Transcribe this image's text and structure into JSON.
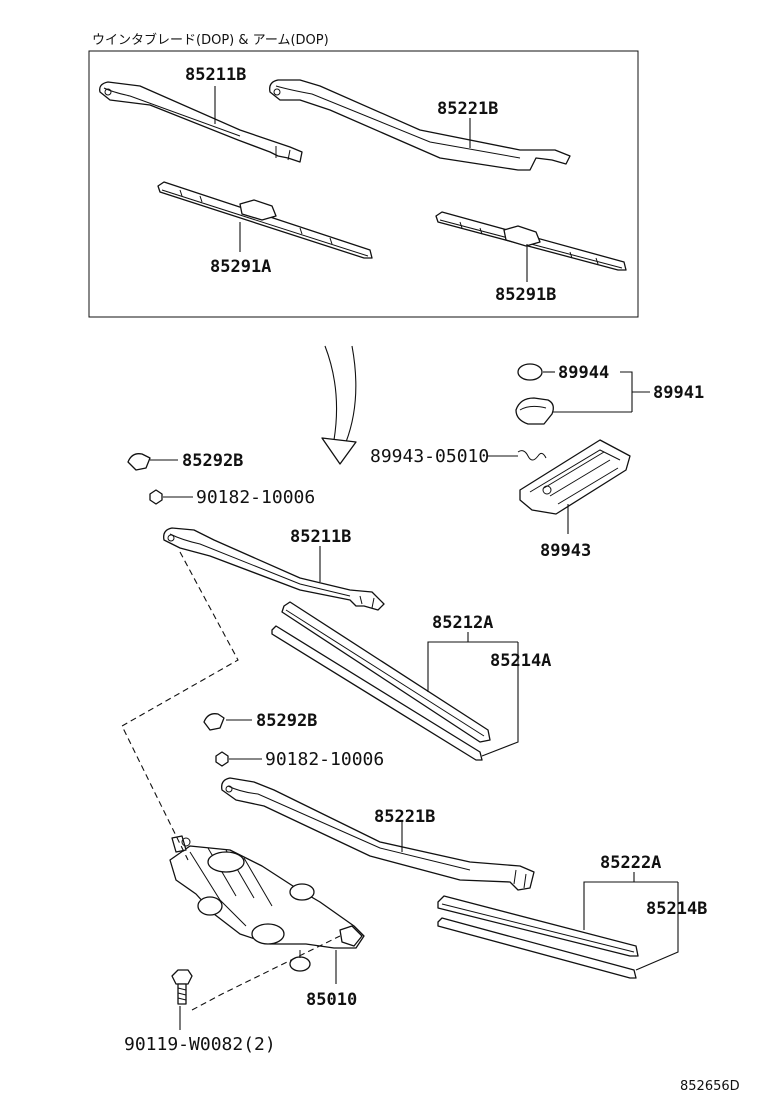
{
  "inset": {
    "caption": "ウインタブレード(DOP)  &  アーム(DOP)",
    "labels": {
      "arm_front": "85211B",
      "arm_rear": "85221B",
      "blade_front": "85291A",
      "blade_rear": "85291B"
    }
  },
  "main": {
    "labels": {
      "cap_round": "89944",
      "cap_group": "89941",
      "cap_cover": "89943",
      "clip": "89943-05010",
      "cap_front": "85292B",
      "nut_front": "90182-10006",
      "arm_front": "85211B",
      "blade_front": "85212A",
      "rubber_front": "85214A",
      "cap_rear": "85292B",
      "nut_rear": "90182-10006",
      "arm_rear": "85221B",
      "blade_rear": "85222A",
      "rubber_rear": "85214B",
      "motor": "85010",
      "bolt": "90119-W0082(2)"
    }
  },
  "reference_code": "852656D"
}
